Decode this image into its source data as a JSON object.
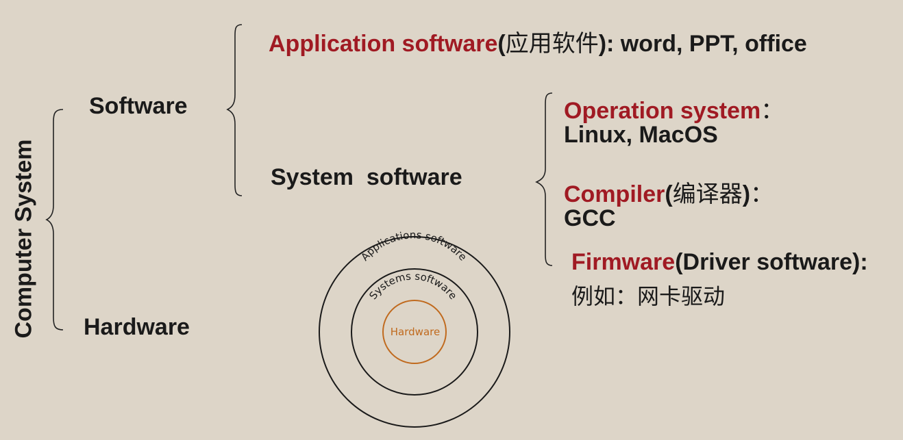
{
  "root": {
    "label": "Computer System"
  },
  "software": {
    "label": "Software"
  },
  "hardware": {
    "label": "Hardware"
  },
  "application": {
    "name": "Application software",
    "paren_open": "(",
    "cn": "应用软件",
    "paren_close": ")",
    "rest": ": word, PPT, office"
  },
  "system_software": {
    "label": "System  software"
  },
  "operation_system": {
    "name": "Operation system",
    "sep": "：",
    "examples": "Linux, MacOS"
  },
  "compiler": {
    "name": "Compiler",
    "paren_open": "(",
    "cn": "编译器",
    "paren_close": ")",
    "sep": "：",
    "examples": "GCC"
  },
  "firmware": {
    "name": "Firmware",
    "rest": "(Driver software):",
    "examples": "例如：网卡驱动"
  },
  "rings": {
    "outer": "Applications software",
    "middle": "Systems software",
    "core": "Hardware"
  },
  "colors": {
    "accent": "#a01a23",
    "core": "#c06a1e",
    "background": "#ddd5c8"
  }
}
